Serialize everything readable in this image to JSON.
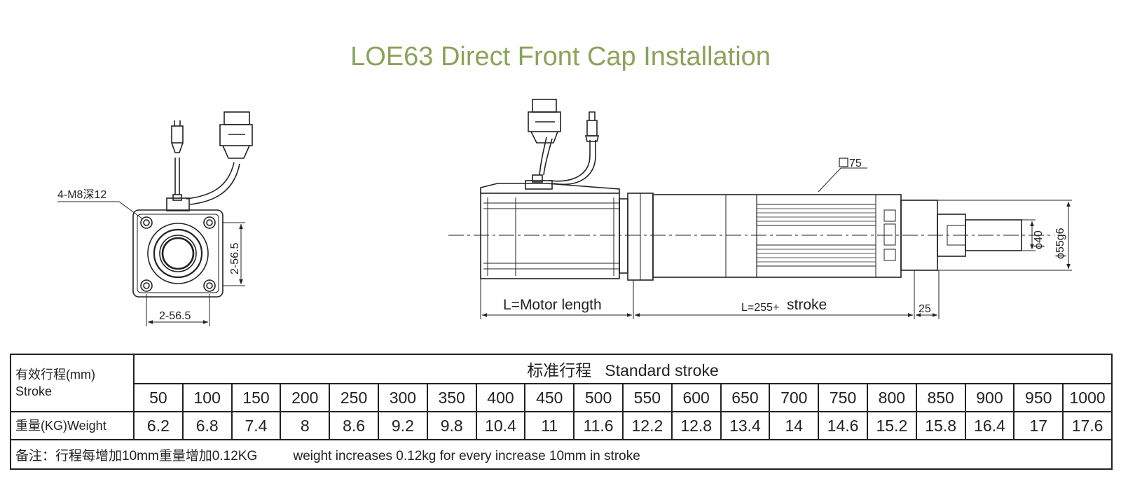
{
  "title": "LOE63 Direct Front Cap Installation",
  "colors": {
    "title": "#8aa35a",
    "lines": "#222222"
  },
  "front_view": {
    "hole_callout": "4-M8深12",
    "dim_vertical": "2-56.5",
    "dim_horizontal": "2-56.5"
  },
  "side_view": {
    "square_callout": "75",
    "dim_motor": "L=Motor length",
    "dim_body_prefix": "L=255+",
    "dim_body_suffix": "stroke",
    "dim_tip": "25",
    "dia_rod": "ϕ40",
    "dia_boss": "ϕ55g6"
  },
  "table": {
    "stroke_header_cn": "有效行程(mm)",
    "stroke_header_en": "Stroke",
    "standard_stroke": "标准行程   Standard stroke",
    "weight_header": "重量(KG)Weight",
    "strokes": [
      "50",
      "100",
      "150",
      "200",
      "250",
      "300",
      "350",
      "400",
      "450",
      "500",
      "550",
      "600",
      "650",
      "700",
      "750",
      "800",
      "850",
      "900",
      "950",
      "1000"
    ],
    "weights": [
      "6.2",
      "6.8",
      "7.4",
      "8",
      "8.6",
      "9.2",
      "9.8",
      "10.4",
      "11",
      "11.6",
      "12.2",
      "12.8",
      "13.4",
      "14",
      "14.6",
      "15.2",
      "15.8",
      "16.4",
      "17",
      "17.6"
    ],
    "note_cn": "备注：行程每增加10mm重量增加0.12KG",
    "note_en": "weight increases 0.12kg for every increase 10mm in stroke"
  }
}
